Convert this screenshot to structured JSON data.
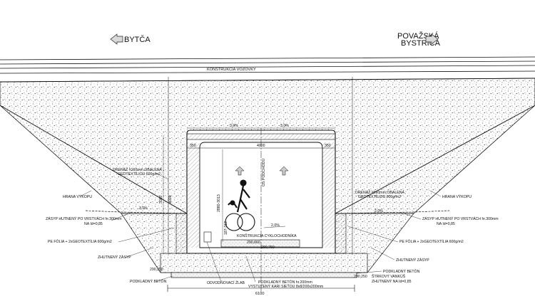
{
  "directions": {
    "left": "BYTČA",
    "right_line1": "POVAŽSKÁ",
    "right_line2": "BYSTRICA"
  },
  "labels": {
    "road_construction": "KONŠTRUKCIA VOZOVKY",
    "slope_top": "3,0%",
    "slope_left_fill": "3,0%",
    "slope_right_fill": "2,0%",
    "slope_floor": "2,0%",
    "wall_thickness_left": "350",
    "wall_thickness_right": "350",
    "inner_width": "4000",
    "total_width": "6100",
    "axis": "OS PODCHODU",
    "drain_left": "DRENÁŽ #160mm OBALENÁ",
    "drain_left_2": "GEOTEXTÍLIOU 600g/m2",
    "drain_right": "DRENÁŽ #160mm OBALENÁ",
    "drain_right_2": "GEOTEXTÍLIOU 600g/m2",
    "excavation_left": "HRANA VÝKOPU",
    "excavation_right": "HRANA VÝKOPU",
    "backfill_left": "ZÁSYP HUTNENÝ PO VRSTVÁCH hr.300mm",
    "backfill_left_2": "NA Id=0,85",
    "backfill_right": "ZÁSYP HUTNENÝ PO VRSTVÁCH hr.300mm",
    "backfill_right_2": "NA Id=0,85",
    "pe_left": "PE FÓLIA + 2xGEOTEXTÍLIA 600g/m2",
    "pe_right": "PE FÓLIA + 2xGEOTEXTÍLIA 600g/m2",
    "compacted_left": "ZHUTNENÝ ZÁSYP",
    "compacted_right": "ZHUTNENÝ ZÁSYP",
    "base_concrete_left": "PODKLADNÝ BETÓN",
    "base_concrete_right": "PODKLADNÝ BETÓN",
    "gravel": "ŠTRKOVÝ VANKÚŠ",
    "gravel_2": "ZHUTNENÝ NA Id=0,85",
    "drainage_channel": "ODVODŇOVACÍ ŽLAB",
    "base_slab": "PODKLADNÝ BETÓN hr.200mm",
    "base_slab_2": "VYSTUŽENÝ KARI SIEŤOU 8x8/200x200mm",
    "cycle_path": "KONŠTRUKCIA CYKLOCHODNÍKA",
    "dim_left_low": "290,250",
    "dim_right_low": "290,250",
    "dim_floor": "290,660",
    "dim_floor_right": "290,750",
    "height_inner": "2880-3013",
    "height_side": "3000",
    "height_side2": "3000",
    "dim_312": "187-312"
  },
  "colors": {
    "line": "#111111",
    "fill_dots": "#555555"
  }
}
